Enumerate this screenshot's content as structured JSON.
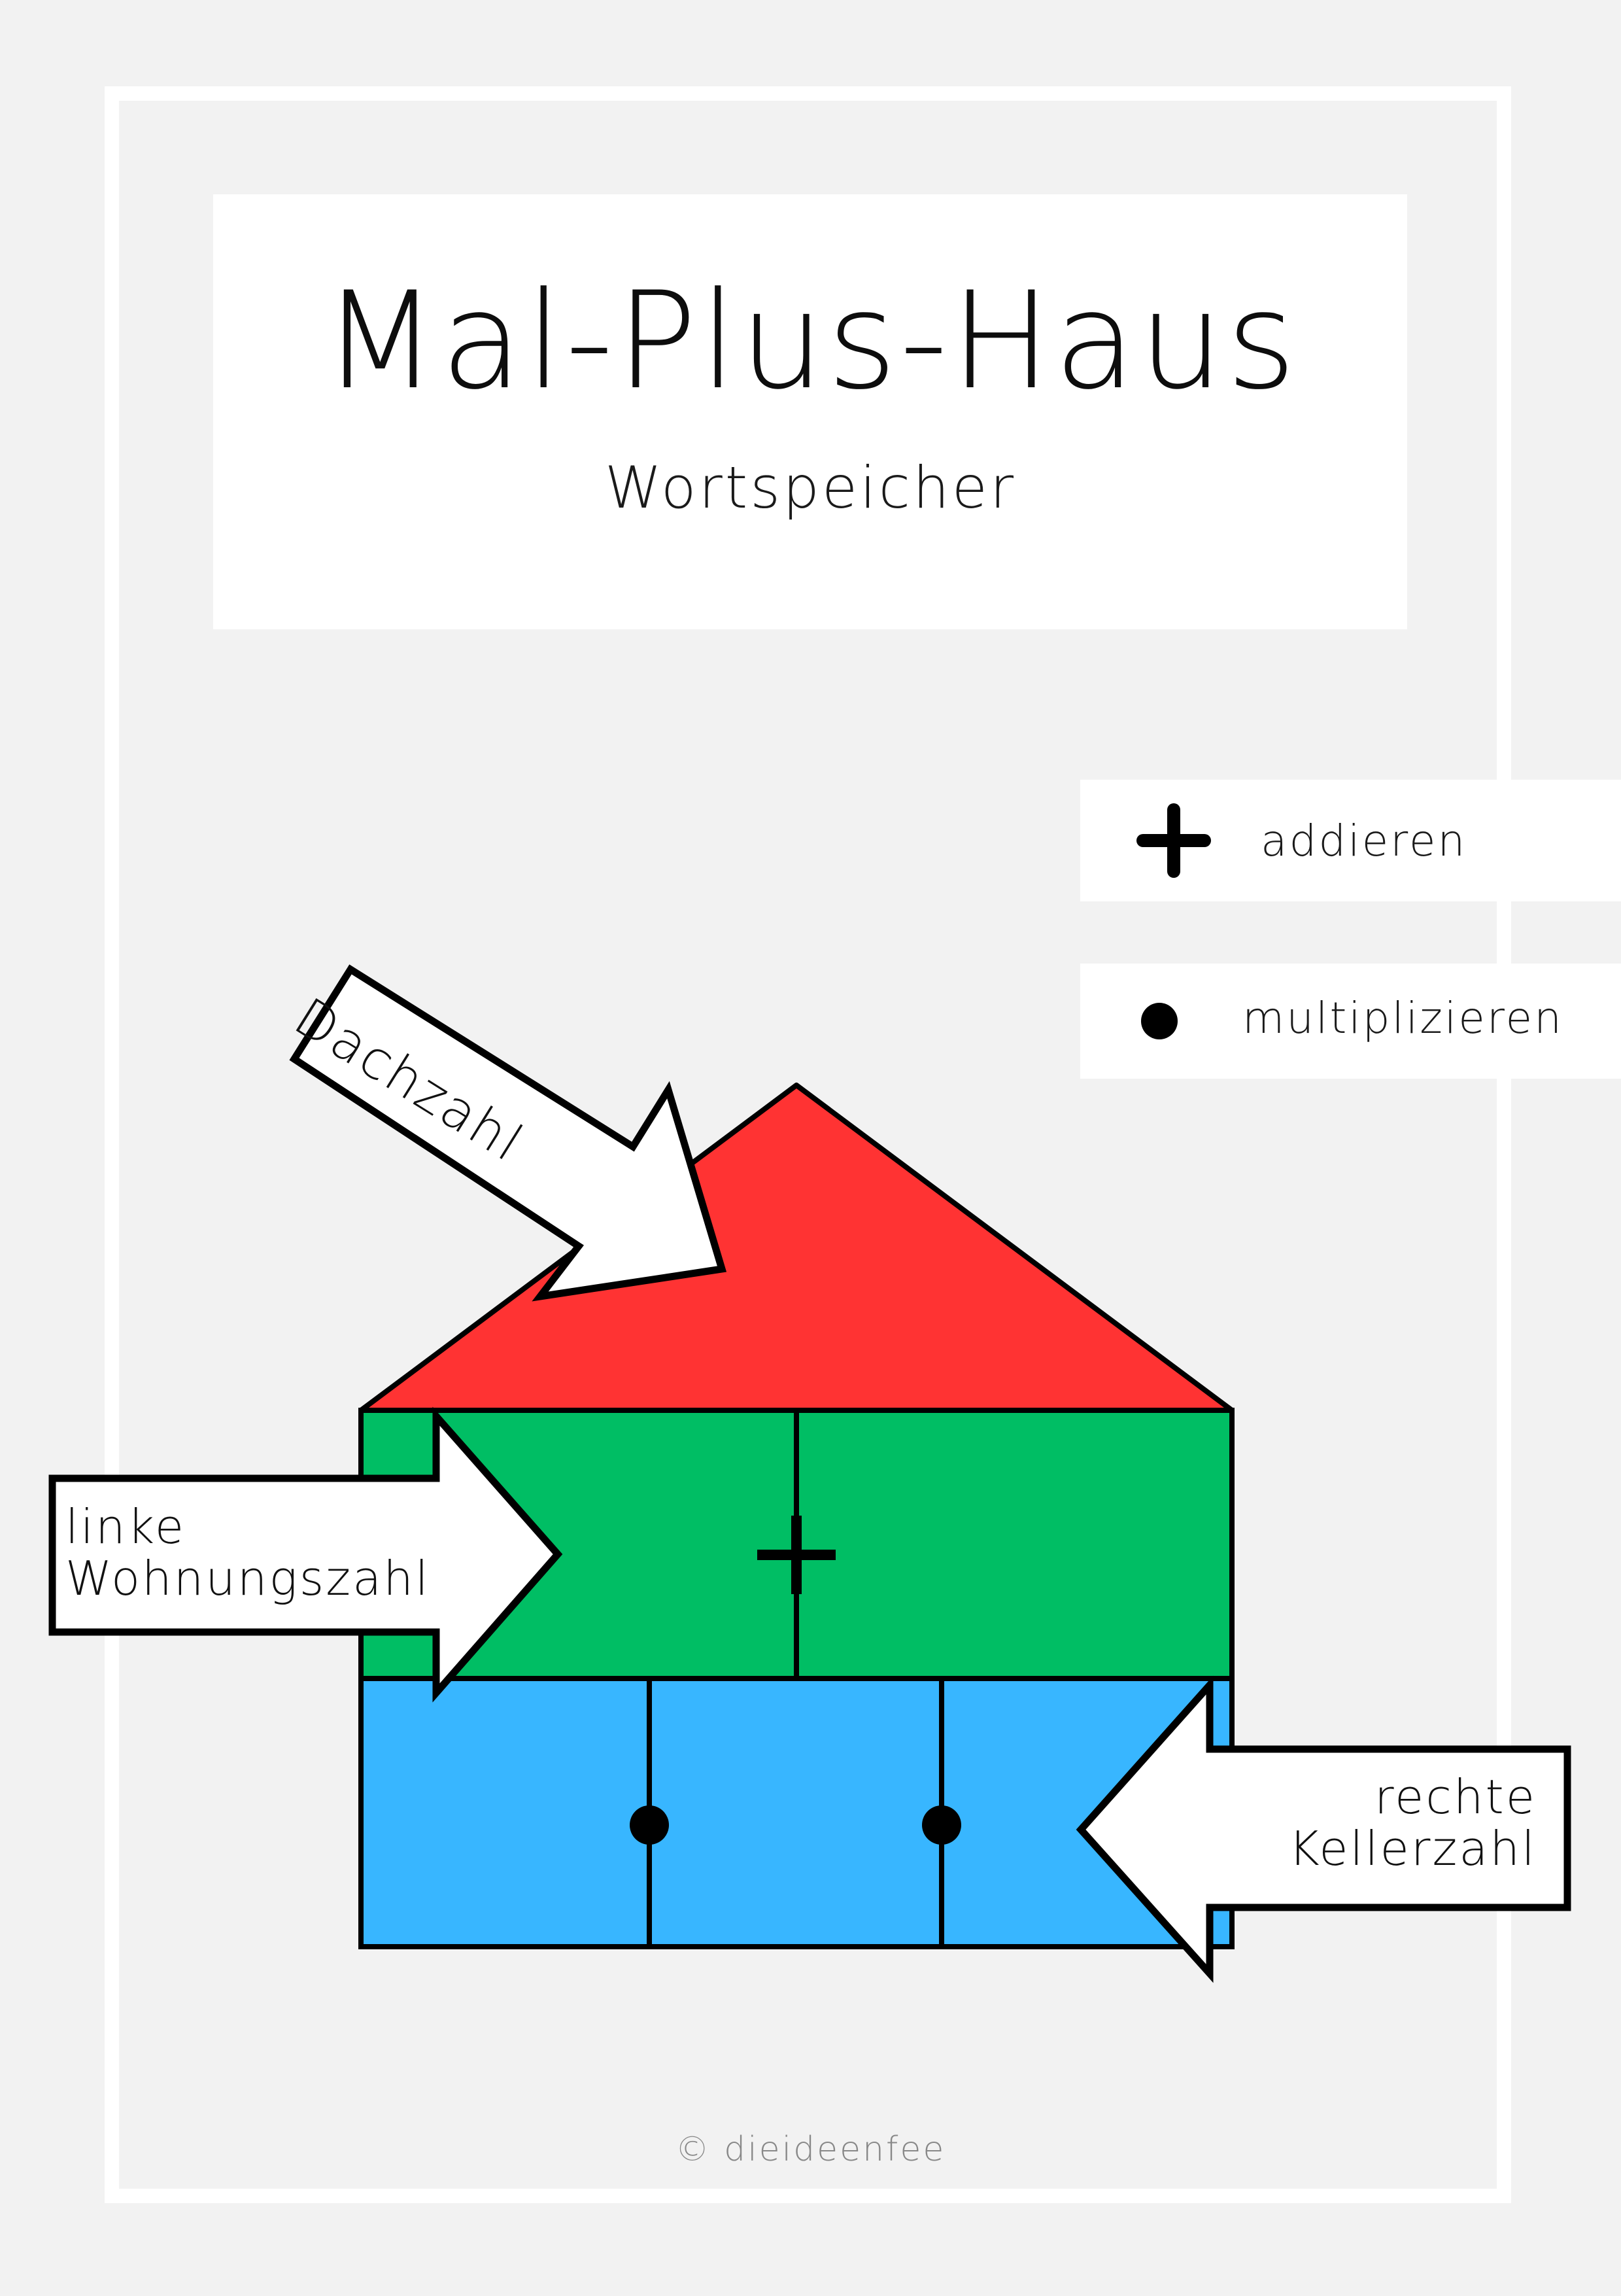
{
  "header": {
    "title": "Mal-Plus-Haus",
    "subtitle": "Wortspeicher"
  },
  "legend": [
    {
      "symbol": "plus-icon",
      "text": "addieren"
    },
    {
      "symbol": "dot-icon",
      "text": "multiplizieren"
    }
  ],
  "labels": {
    "roof": "Dachzahl",
    "left_line1": "linke",
    "left_line2": "Wohnungszahl",
    "right_line1": "rechte",
    "right_line2": "Kellerzahl"
  },
  "colors": {
    "roof": "#ff3333",
    "floor": "#00be64",
    "basement": "#38b6ff",
    "background": "#f2f2f2",
    "box": "#ffffff",
    "ink": "#000000"
  },
  "footer": "© dieideenfee"
}
